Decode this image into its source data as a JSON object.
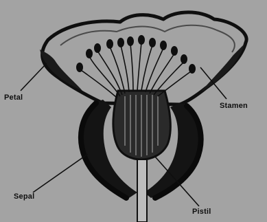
{
  "labels": {
    "petal": "Petal",
    "stamen": "Stamen",
    "sepal": "Sepal",
    "pistil": "Pistil"
  },
  "colors": {
    "background": "#a3a3a3",
    "ink": "#0f0f0f"
  }
}
